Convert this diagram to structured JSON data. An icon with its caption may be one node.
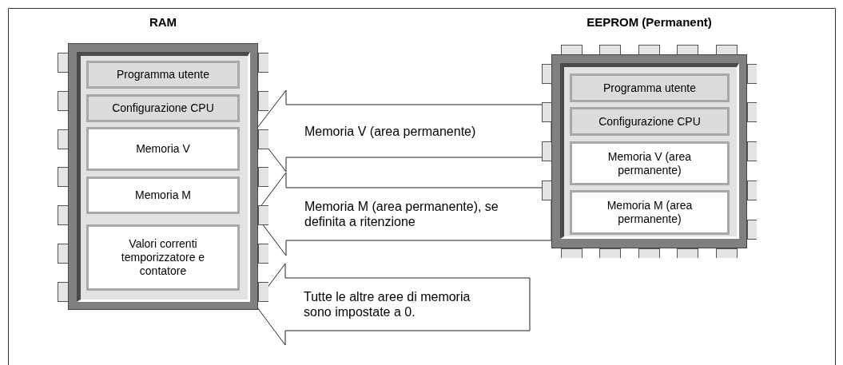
{
  "diagram": {
    "nodes": [
      {
        "text": [
          "RAM"
        ]
      },
      {
        "text": [
          "Programma utente"
        ],
        "in": 0
      },
      {
        "text": [
          "Configurazione CPU"
        ],
        "in": 0
      },
      {
        "text": [
          "Memoria V"
        ],
        "in": 0
      },
      {
        "text": [
          "Memoria M"
        ],
        "in": 0
      },
      {
        "text": [
          "Valori correnti temporizzatore e contatore"
        ],
        "in": 0
      },
      {
        "text": [
          "EEPROM (Permanent)"
        ]
      },
      {
        "text": [
          "Programma utente"
        ],
        "in": 6
      },
      {
        "text": [
          "Configurazione CPU"
        ],
        "in": 6
      },
      {
        "text": [
          "Memoria V (area permanente)"
        ],
        "in": 6
      },
      {
        "text": [
          "Memoria M (area permanente)"
        ],
        "in": 6
      }
    ],
    "edges": [
      {
        "from": 6,
        "to": 0,
        "arrow": "to",
        "label": "Memoria V (area permanente)",
        "style": "thick"
      },
      {
        "from": 6,
        "to": 0,
        "arrow": "to",
        "label": "Memoria M (area permanente), se definita a ritenzione",
        "style": "thick"
      },
      {
        "from": null,
        "to": 0,
        "arrow": "to",
        "label": "Tutte le altre aree di memoria sono impostate a 0.",
        "style": "thick"
      }
    ]
  }
}
